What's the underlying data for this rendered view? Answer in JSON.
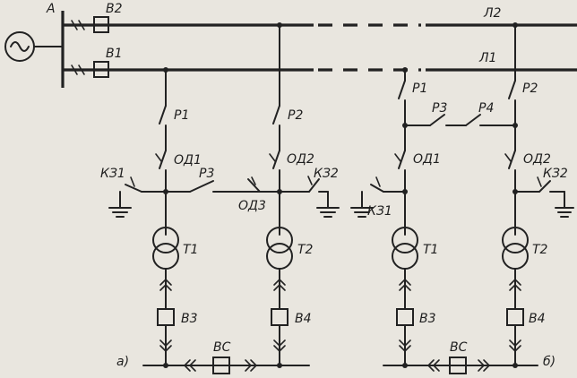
{
  "scheme_a": {
    "bus": "A",
    "breakers": [
      "B2",
      "B1",
      "B3",
      "B4",
      "BC"
    ],
    "lines": [
      "Л2",
      "Л1"
    ],
    "disconnectors": [
      "P1",
      "P2",
      "P3"
    ],
    "short_circuiters": [
      "ОД1",
      "ОД2",
      "ОД3"
    ],
    "earthing": [
      "КЗ1",
      "КЗ2"
    ],
    "transformers": [
      "T1",
      "T2"
    ],
    "caption": "а)"
  },
  "scheme_b": {
    "disconnectors": [
      "P1",
      "P2",
      "P3",
      "P4"
    ],
    "short_circuiters": [
      "ОД1",
      "ОД2"
    ],
    "earthing": [
      "КЗ1",
      "КЗ2"
    ],
    "transformers": [
      "T1",
      "T2"
    ],
    "breakers": [
      "B3",
      "B4",
      "BC"
    ],
    "caption": "б)"
  }
}
